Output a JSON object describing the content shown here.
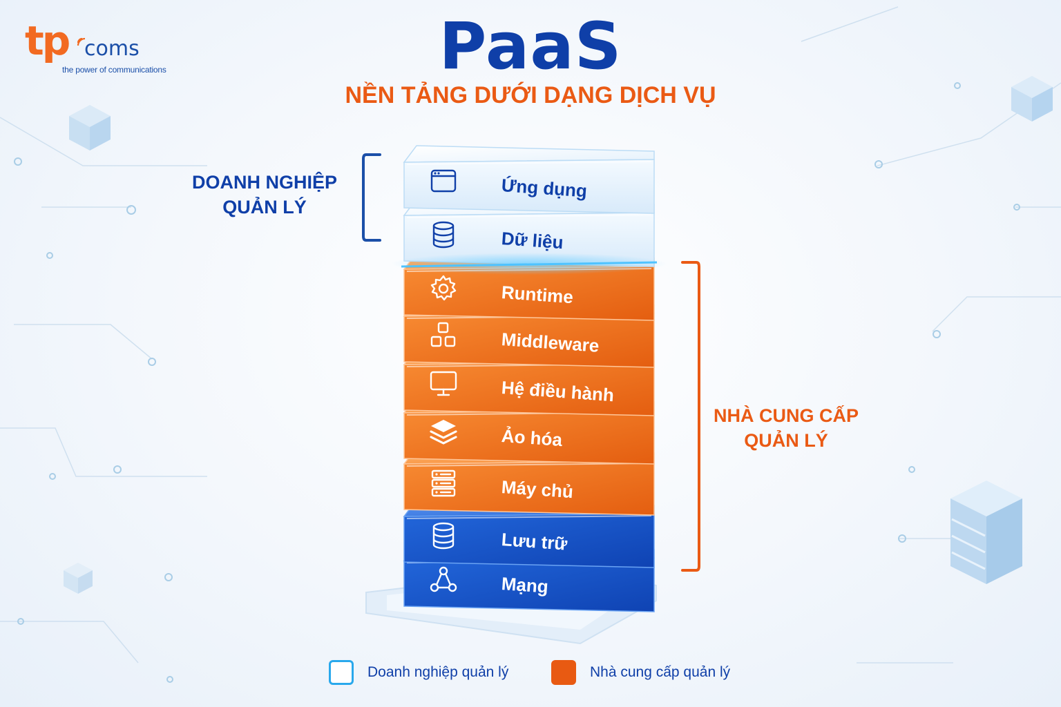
{
  "logo": {
    "mark": "tp",
    "name": "coms",
    "tagline": "the power of communications",
    "accent": "#f26a21",
    "brand": "#1b4fa8"
  },
  "header": {
    "title": "PaaS",
    "subtitle": "NỀN TẢNG DƯỚI DẠNG DỊCH VỤ"
  },
  "groups": {
    "enterprise": {
      "label": "DOANH NGHIỆP\nQUẢN LÝ",
      "color": "#0f3fa8"
    },
    "provider": {
      "label": "NHÀ CUNG CẤP\nQUẢN LÝ",
      "color": "#ea5a14"
    }
  },
  "layers": [
    {
      "label": "Ứng dụng",
      "icon": "browser-window-icon",
      "kind": "light"
    },
    {
      "label": "Dữ liệu",
      "icon": "database-icon",
      "kind": "light"
    },
    {
      "label": "Runtime",
      "icon": "gear-icon",
      "kind": "orange"
    },
    {
      "label": "Middleware",
      "icon": "blocks-icon",
      "kind": "orange"
    },
    {
      "label": "Hệ điều hành",
      "icon": "monitor-icon",
      "kind": "orange"
    },
    {
      "label": "Ảo hóa",
      "icon": "layers-icon",
      "kind": "orange"
    },
    {
      "label": "Máy chủ",
      "icon": "server-rack-icon",
      "kind": "orange"
    },
    {
      "label": "Lưu trữ",
      "icon": "database-icon",
      "kind": "blue"
    },
    {
      "label": "Mạng",
      "icon": "network-nodes-icon",
      "kind": "blue"
    }
  ],
  "legend": [
    {
      "label": "Doanh nghiệp quản lý",
      "color": "#29a8ec",
      "style": "outline"
    },
    {
      "label": "Nhà cung cấp quản lý",
      "color": "#e85a12",
      "style": "filled"
    }
  ],
  "colors": {
    "light": "#e4f1fc",
    "orange": "#f2731d",
    "blue": "#1552c8"
  }
}
